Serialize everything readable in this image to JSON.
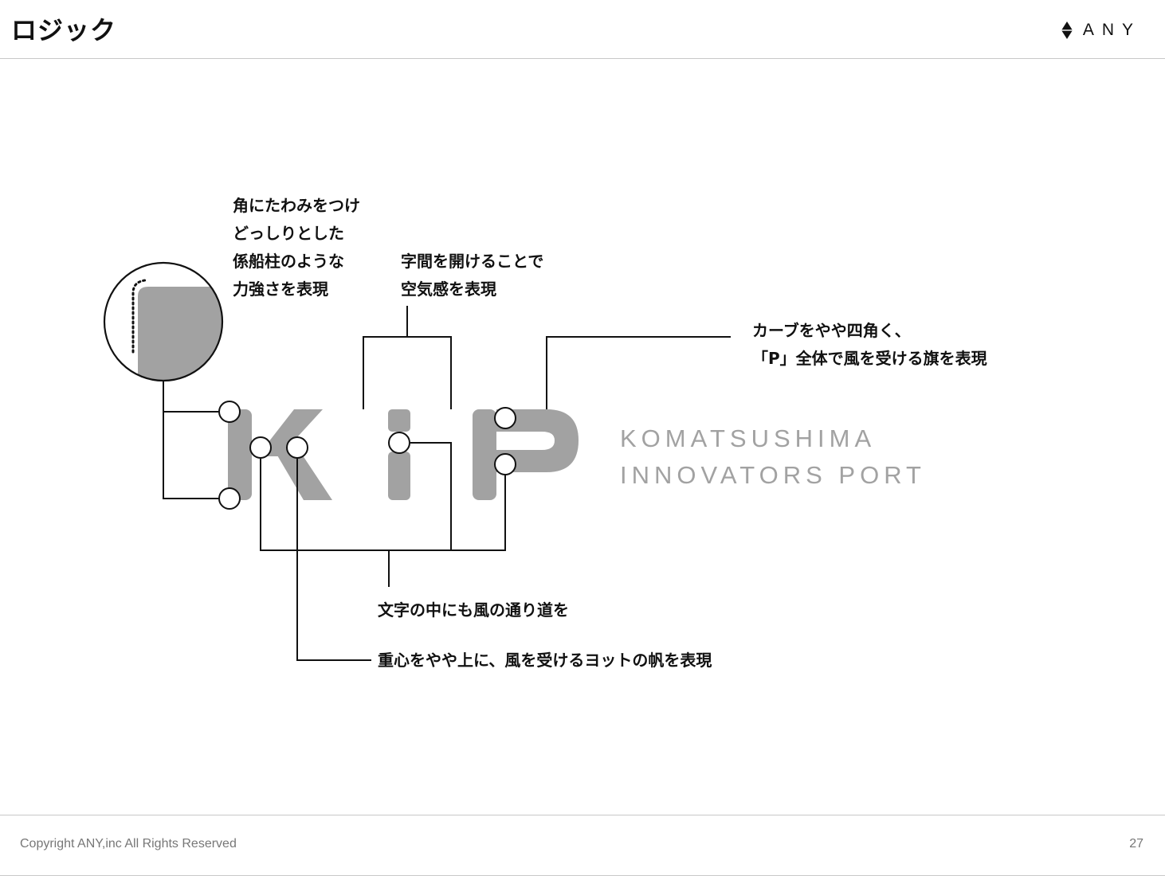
{
  "header": {
    "title": "ロジック",
    "brand": "ANY"
  },
  "logo": {
    "mark": "KiP",
    "line1": "KOMATSUSHIMA",
    "line2": "INNOVATORS PORT"
  },
  "annotations": {
    "corner": [
      "角にたわみをつけ",
      "どっしりとした",
      "係船柱のような",
      "力強さを表現"
    ],
    "spacing": [
      "字間を開けることで",
      "空気感を表現"
    ],
    "curve": [
      "カーブをやや四角く、",
      "「P」全体で風を受ける旗を表現"
    ],
    "inner": "文字の中にも風の通り道を",
    "center": "重心をやや上に、風を受けるヨットの帆を表現"
  },
  "footer": {
    "copyright": "Copyright  ANY,inc  All Rights Reserved",
    "page": "27"
  },
  "colors": {
    "logo_gray": "#a2a2a2",
    "line": "#111111",
    "rule": "#c8c8c8"
  }
}
